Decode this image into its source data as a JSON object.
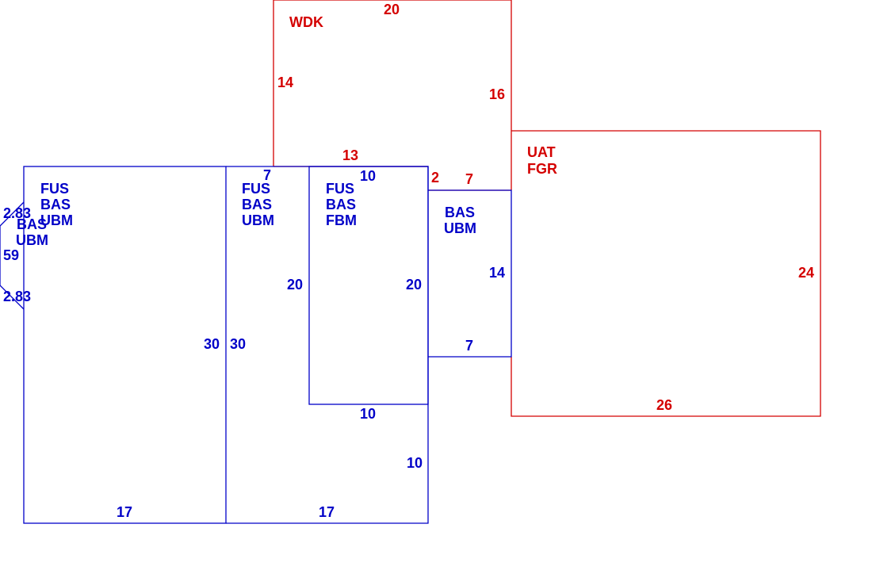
{
  "colors": {
    "blue": "#0000c8",
    "red": "#d40000",
    "background": "#ffffff"
  },
  "areas": {
    "wdk": [
      "WDK"
    ],
    "uat_fgr": [
      "UAT",
      "FGR"
    ],
    "left_main": [
      "FUS",
      "BAS",
      "UBM"
    ],
    "bump": [
      "BAS",
      "UBM"
    ],
    "middle": [
      "FUS",
      "BAS",
      "UBM"
    ],
    "right_fbm": [
      "FUS",
      "BAS",
      "FBM"
    ],
    "small_right": [
      "BAS",
      "UBM"
    ]
  },
  "dims": {
    "wdk_top": "20",
    "wdk_left": "14",
    "wdk_right": "16",
    "wdk_bottom": "13",
    "uat_right": "24",
    "uat_bottom": "26",
    "red_2": "2",
    "red_7": "7",
    "blue_7_top": "7",
    "blue_10_top": "10",
    "bump_top": "2.83",
    "bump_mid": "59",
    "bump_bottom": "2.83",
    "mid_left_20": "20",
    "right_20": "20",
    "small_14": "14",
    "small_7": "7",
    "left_30": "30",
    "mid_30": "30",
    "right_10_a": "10",
    "right_10_b": "10",
    "bottom_17_left": "17",
    "bottom_17_mid": "17"
  }
}
